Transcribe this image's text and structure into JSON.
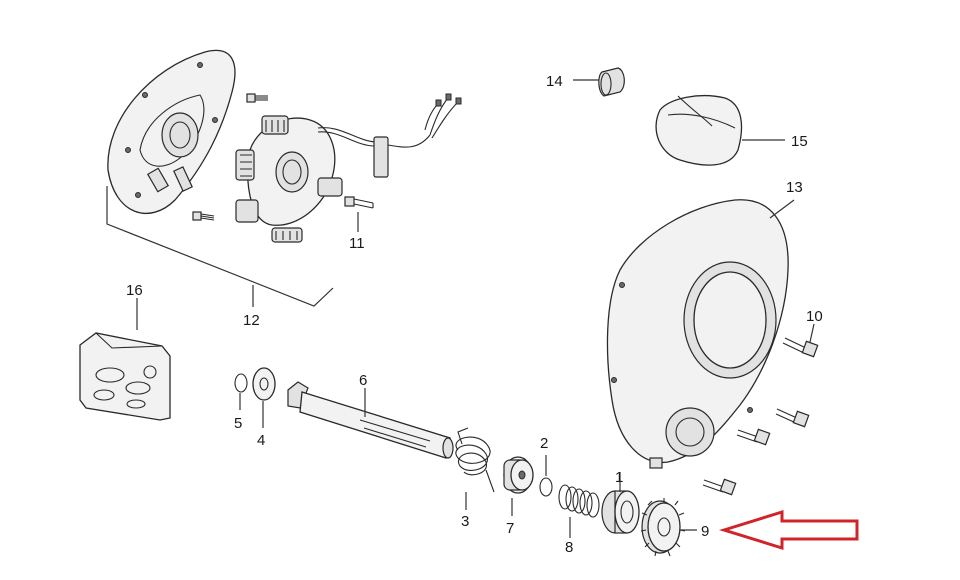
{
  "diagram": {
    "labels": [
      "1",
      "2",
      "3",
      "4",
      "5",
      "6",
      "7",
      "8",
      "9",
      "10",
      "11",
      "12",
      "13",
      "14",
      "15",
      "16"
    ],
    "arrow_color": "#d0242b"
  }
}
